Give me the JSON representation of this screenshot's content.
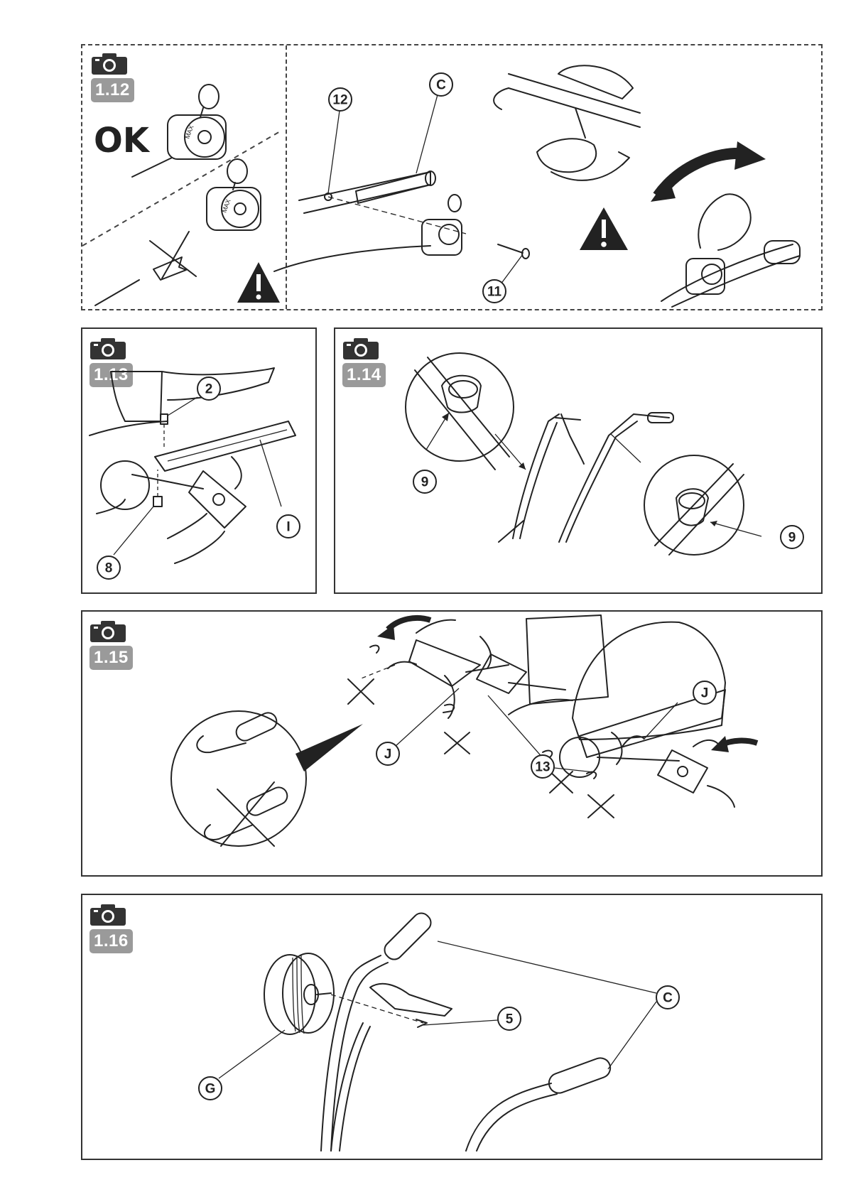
{
  "figures": [
    {
      "id": "1.12",
      "ok_label": "OK",
      "callouts": [
        "12",
        "C",
        "11"
      ],
      "gauge_text": "MAX"
    },
    {
      "id": "1.13",
      "callouts": [
        "2",
        "I",
        "8"
      ]
    },
    {
      "id": "1.14",
      "callouts": [
        "9",
        "9"
      ]
    },
    {
      "id": "1.15",
      "callouts": [
        "J",
        "J",
        "13"
      ]
    },
    {
      "id": "1.16",
      "callouts": [
        "C",
        "5",
        "G"
      ]
    }
  ],
  "icons": {
    "camera": "camera-icon",
    "warning": "warning-triangle-icon"
  },
  "colors": {
    "line": "#222222",
    "badge": "#9a9a9a",
    "badge_text": "#ffffff"
  }
}
